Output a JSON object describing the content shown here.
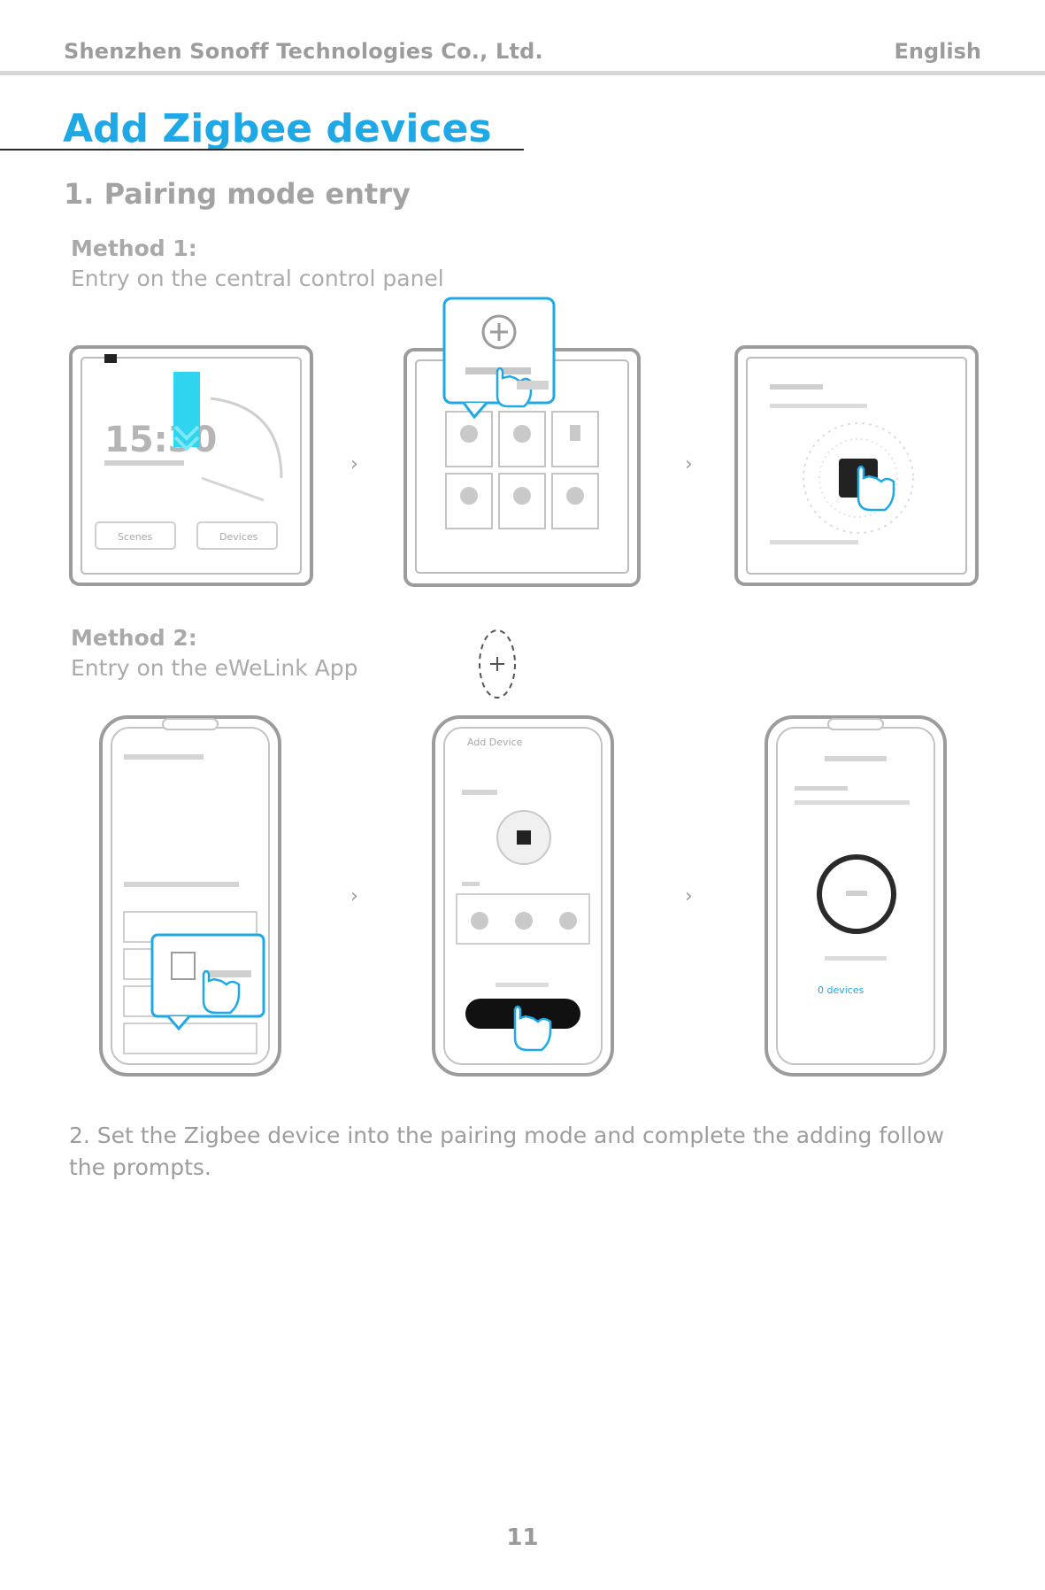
{
  "header": {
    "company": "Shenzhen Sonoff Technologies Co., Ltd.",
    "language": "English"
  },
  "title": "Add Zigbee devices",
  "section1": {
    "heading": "1. Pairing mode entry",
    "method1": {
      "label": "Method 1:",
      "description": "Entry on the central control panel"
    },
    "method2": {
      "label": "Method 2:",
      "description": "Entry on the eWeLink App"
    }
  },
  "panel_screens": {
    "screen1_time": "15:30",
    "screen1_btn_left": "Scenes",
    "screen1_btn_right": "Devices"
  },
  "app_screens": {
    "screen2_button": "Add Device",
    "screen3_counter": "0 devices"
  },
  "step2": "2. Set the Zigbee device into the pairing mode and complete the adding follow the prompts.",
  "page_number": "11",
  "colors": {
    "accent": "#1fa8e6",
    "text": "#9a9a9a",
    "dark": "#222222"
  }
}
